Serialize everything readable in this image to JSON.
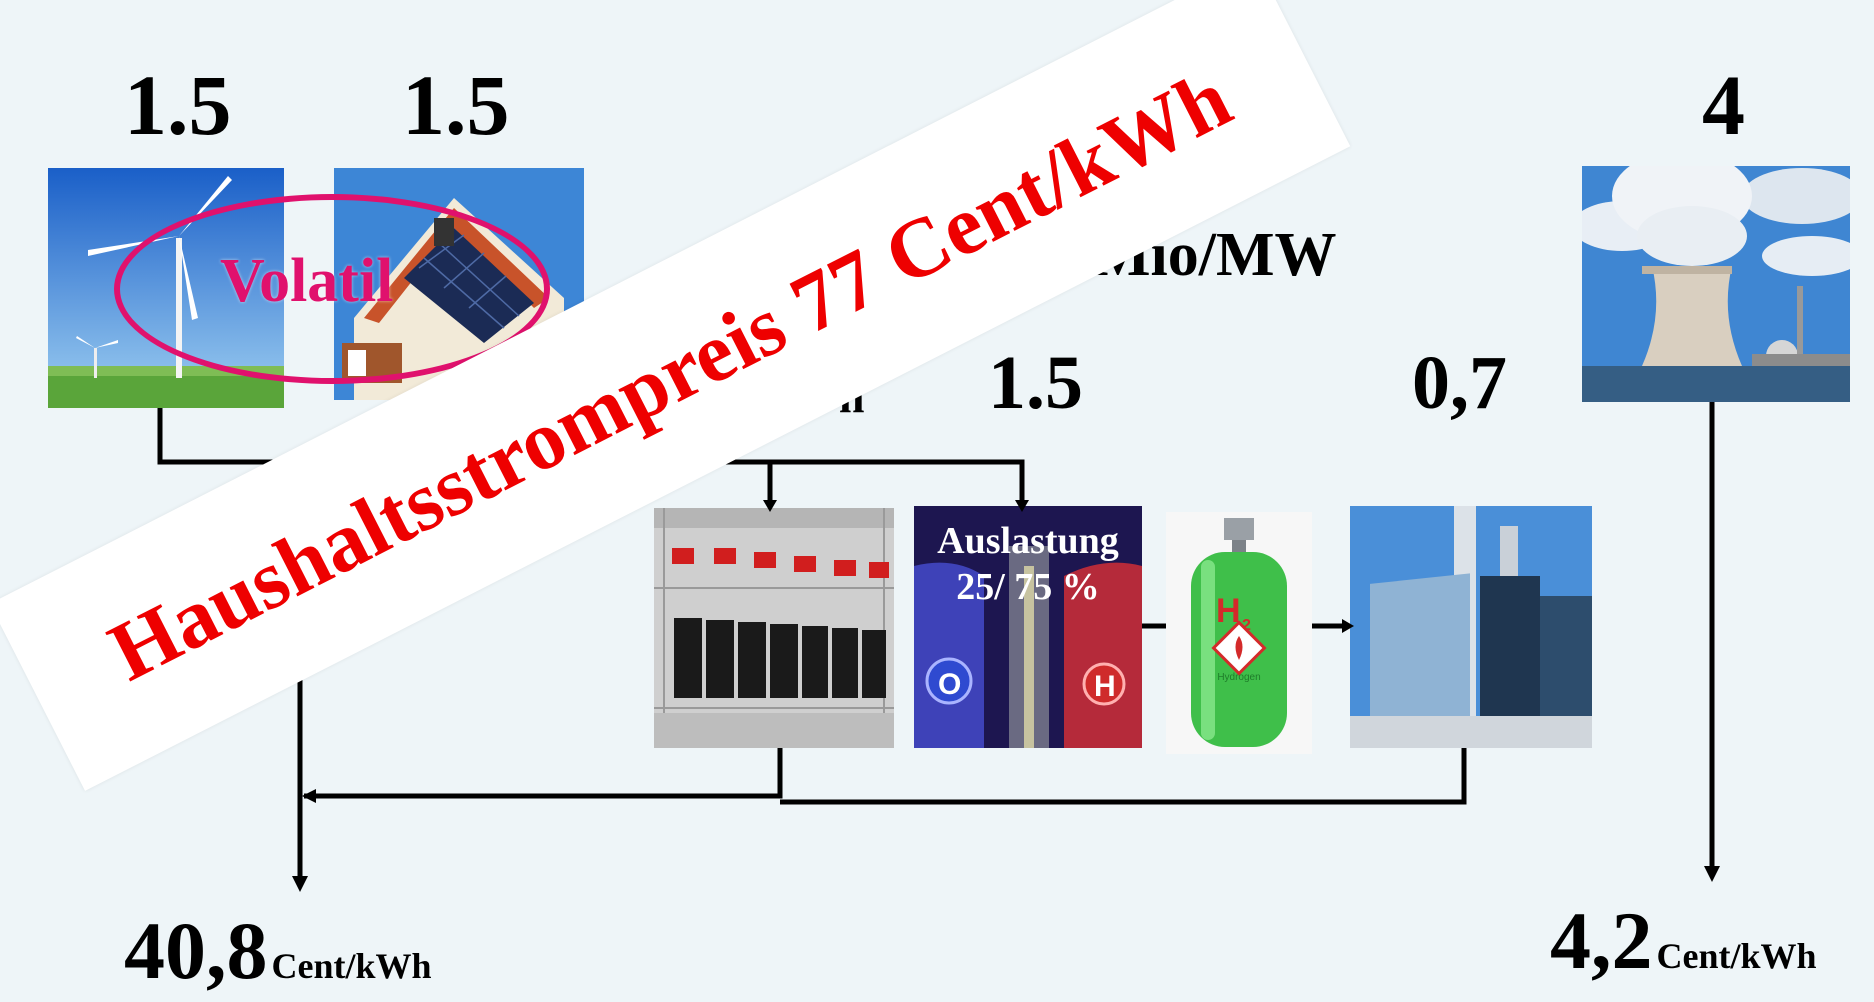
{
  "costs": {
    "wind": "1.5",
    "solar": "1.5",
    "nuclear": "4",
    "electrolyzer": "1.5",
    "gas_plant": "0,7"
  },
  "unit_label": "Mio/MW",
  "partial_price": "00 €/kWh",
  "volatil_label": "Volatil",
  "electrolyzer_label_line1": "Auslastung",
  "electrolyzer_label_line2": "25/ 75 %",
  "h2_tank_label": "Hydrogen",
  "result_left": {
    "value": "40,8",
    "unit": "Cent/kWh"
  },
  "result_right": {
    "value": "4,2",
    "unit": "Cent/kWh"
  },
  "banner": "Haushaltsstrompreis 77 Cent/kWh",
  "icons": [
    "wind-turbine-icon",
    "solar-house-icon",
    "nuclear-plant-icon",
    "battery-storage-icon",
    "electrolyzer-icon",
    "hydrogen-tank-icon",
    "gas-power-plant-icon"
  ]
}
